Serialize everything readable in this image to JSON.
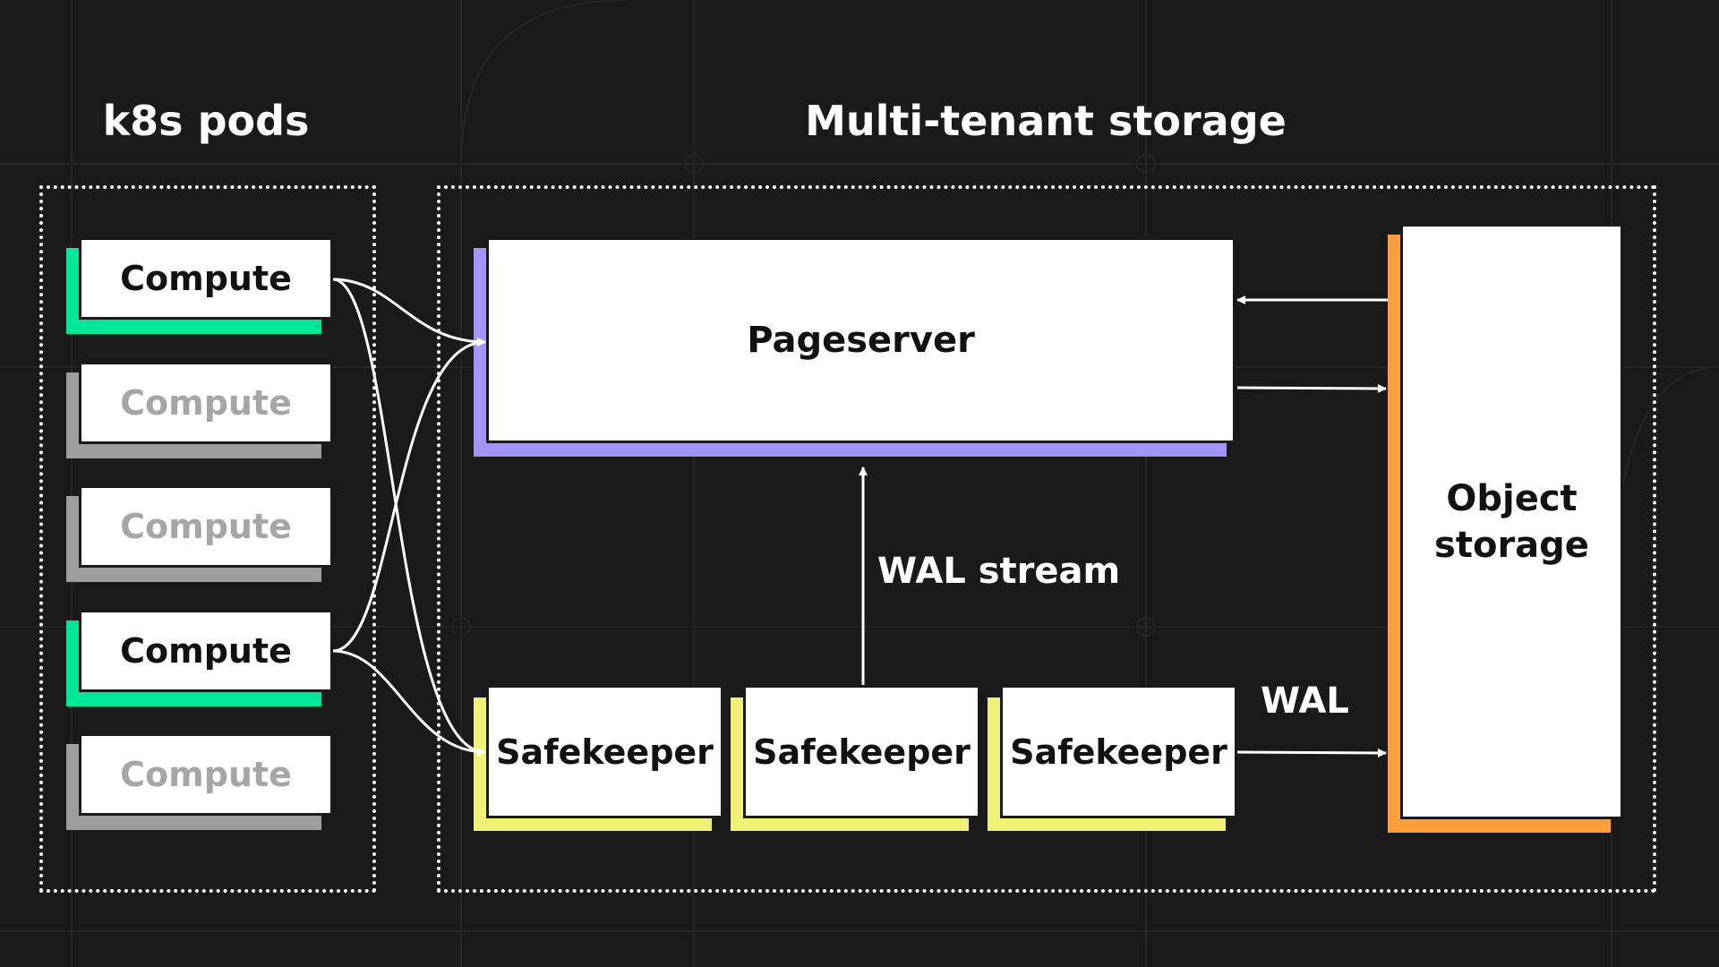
{
  "groups": {
    "pods_title": "k8s pods",
    "storage_title": "Multi-tenant storage"
  },
  "computes": [
    {
      "label": "Compute",
      "active": true
    },
    {
      "label": "Compute",
      "active": false
    },
    {
      "label": "Compute",
      "active": false
    },
    {
      "label": "Compute",
      "active": true
    },
    {
      "label": "Compute",
      "active": false
    }
  ],
  "pageserver": {
    "label": "Pageserver"
  },
  "safekeepers": [
    {
      "label": "Safekeeper"
    },
    {
      "label": "Safekeeper"
    },
    {
      "label": "Safekeeper"
    }
  ],
  "object_storage": {
    "label_line1": "Object",
    "label_line2": "storage"
  },
  "edge_labels": {
    "wal_stream": "WAL stream",
    "wal": "WAL"
  },
  "colors": {
    "background": "#1a1a1a",
    "compute_active": "#00e599",
    "compute_inactive": "#9e9e9e",
    "compute_inactive_text": "#a6a6a6",
    "pageserver_accent": "#a394ff",
    "safekeeper_accent": "#f0f075",
    "object_storage_accent": "#ff9e3d"
  }
}
